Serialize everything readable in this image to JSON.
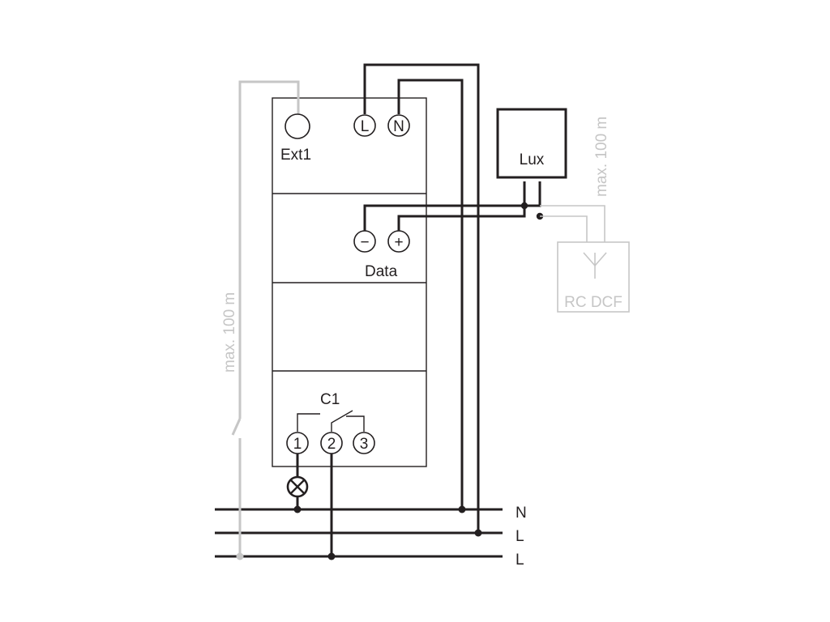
{
  "device": {
    "ext_label": "Ext1",
    "terminal_l": "L",
    "terminal_n": "N",
    "data_label": "Data",
    "data_minus": "−",
    "data_plus": "+",
    "channel_label": "C1",
    "contact_1": "1",
    "contact_2": "2",
    "contact_3": "3"
  },
  "sensor": {
    "label": "Lux"
  },
  "antenna": {
    "label": "RC DCF"
  },
  "cable_length_left": "max. 100 m",
  "cable_length_right": "max. 100 m",
  "bus": {
    "n": "N",
    "l1": "L",
    "l2": "L"
  },
  "colors": {
    "line": "#231f20",
    "optional": "#c6c6c6"
  }
}
